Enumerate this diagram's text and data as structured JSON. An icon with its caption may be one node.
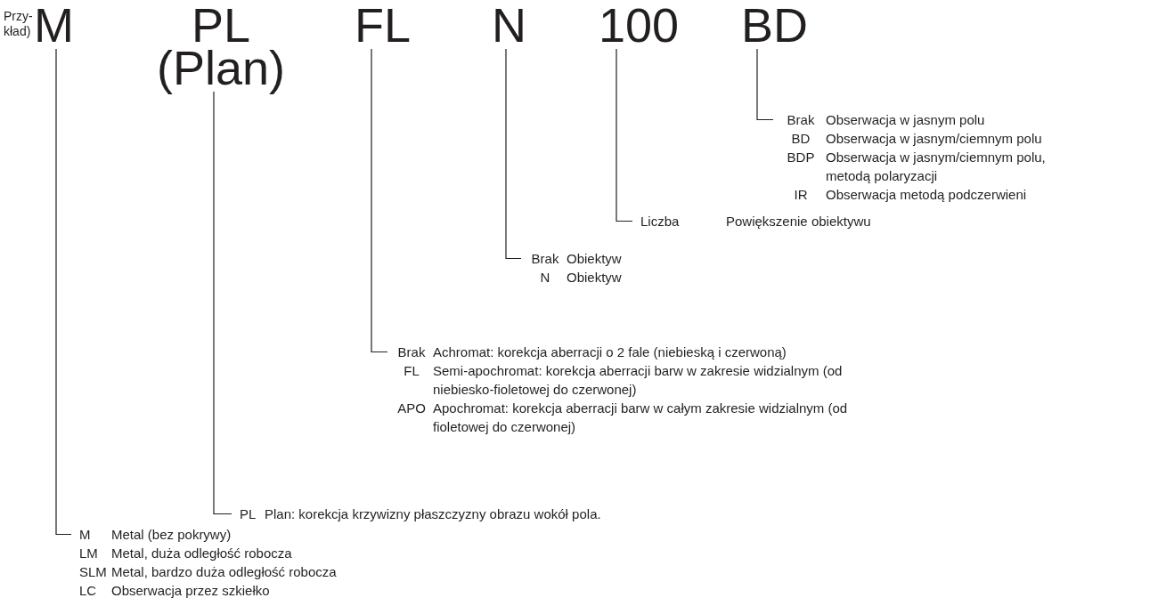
{
  "diagram": {
    "nodes": [
      {
        "text": [
          "M"
        ]
      },
      {
        "text": [
          "PL",
          "(Plan)"
        ]
      },
      {
        "text": [
          "FL"
        ]
      },
      {
        "text": [
          "N"
        ]
      },
      {
        "text": [
          "100"
        ]
      },
      {
        "text": [
          "BD"
        ]
      },
      {
        "text": [
          "Brak",
          "Obserwacja w jasnym polu",
          "BD",
          "Obserwacja w jasnym/ciemnym polu",
          "BDP",
          "Obserwacja w jasnym/ciemnym polu, metodą polaryzacji",
          "IR",
          "Obserwacja metodą podczerwieni"
        ]
      },
      {
        "text": [
          "Liczba",
          "Powiększenie obiektywu"
        ]
      },
      {
        "text": [
          "Brak",
          "Obiektyw",
          "N",
          "Obiektyw"
        ]
      },
      {
        "text": [
          "Brak",
          "Achromat: korekcja aberracji o 2 fale (niebieską i czerwoną)",
          "FL",
          "Semi-apochromat: korekcja aberracji barw w zakresie widzialnym (od niebiesko-fioletowej do czerwonej)",
          "APO",
          "Apochromat: korekcja aberracji barw w całym zakresie widzialnym (od fioletowej do czerwonej)"
        ]
      },
      {
        "text": [
          "PL",
          "Plan: korekcja krzywizny płaszczyzny obrazu wokół pola."
        ]
      },
      {
        "text": [
          "M",
          "Metal (bez pokrywy)",
          "LM",
          "Metal, duża odległość robocza",
          "SLM",
          "Metal, bardzo duża odległość robocza",
          "LC",
          "Obserwacja przez szkiełko"
        ]
      }
    ],
    "edges": [
      {
        "from": 0,
        "to": 11,
        "arrow": "none"
      },
      {
        "from": 1,
        "to": 10,
        "arrow": "none"
      },
      {
        "from": 2,
        "to": 9,
        "arrow": "none"
      },
      {
        "from": 3,
        "to": 8,
        "arrow": "none"
      },
      {
        "from": 4,
        "to": 7,
        "arrow": "none"
      },
      {
        "from": 5,
        "to": 6,
        "arrow": "none"
      }
    ],
    "labels": [
      "Przy-kład)"
    ]
  }
}
